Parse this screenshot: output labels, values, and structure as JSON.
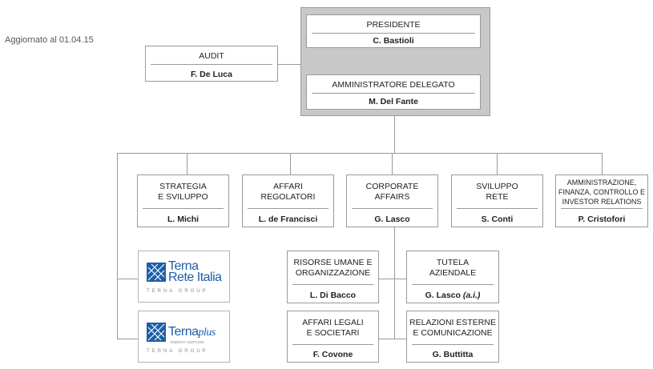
{
  "updated_label": "Aggiornato al 01.04.15",
  "presidente": {
    "title": "PRESIDENTE",
    "name": "C. Bastioli"
  },
  "amministratore_delegato": {
    "title": "AMMINISTRATORE DELEGATO",
    "name": "M. Del Fante"
  },
  "audit": {
    "title": "AUDIT",
    "name": "F. De Luca"
  },
  "departments": [
    {
      "title": "STRATEGIA\nE SVILUPPO",
      "name": "L. Michi"
    },
    {
      "title": "AFFARI\nREGOLATORI",
      "name": "L. de Francisci"
    },
    {
      "title": "CORPORATE\nAFFAIRS",
      "name": "G. Lasco"
    },
    {
      "title": "SVILUPPO\nRETE",
      "name": "S. Conti"
    },
    {
      "title": "AMMINISTRAZIONE,\nFINANZA, CONTROLLO E\nINVESTOR RELATIONS",
      "name": "P. Cristofori"
    }
  ],
  "sub_units": [
    {
      "title": "RISORSE UMANE E\nORGANIZZAZIONE",
      "name": "L. Di Bacco"
    },
    {
      "title": "TUTELA\nAZIENDALE",
      "name": "G. Lasco",
      "name_suffix": "(a.i.)"
    },
    {
      "title": "AFFARI LEGALI\nE SOCIETARI",
      "name": "F. Covone"
    },
    {
      "title": "RELAZIONI ESTERNE\nE COMUNICAZIONE",
      "name": "G. Buttitta"
    }
  ],
  "subsidiaries": [
    {
      "logo_text": "Terna\nRete Italia",
      "group_text": "TERNA GROUP",
      "icon": "terna-grid-icon"
    },
    {
      "logo_text": "Terna",
      "logo_suffix": "plus",
      "tagline": "ENERGY VENTURE",
      "group_text": "TERNA GROUP",
      "icon": "terna-grid-icon"
    }
  ],
  "colors": {
    "connector": "#9a9a9a",
    "shade": "#c8c8c8",
    "brand_blue": "#1f5ea8"
  }
}
